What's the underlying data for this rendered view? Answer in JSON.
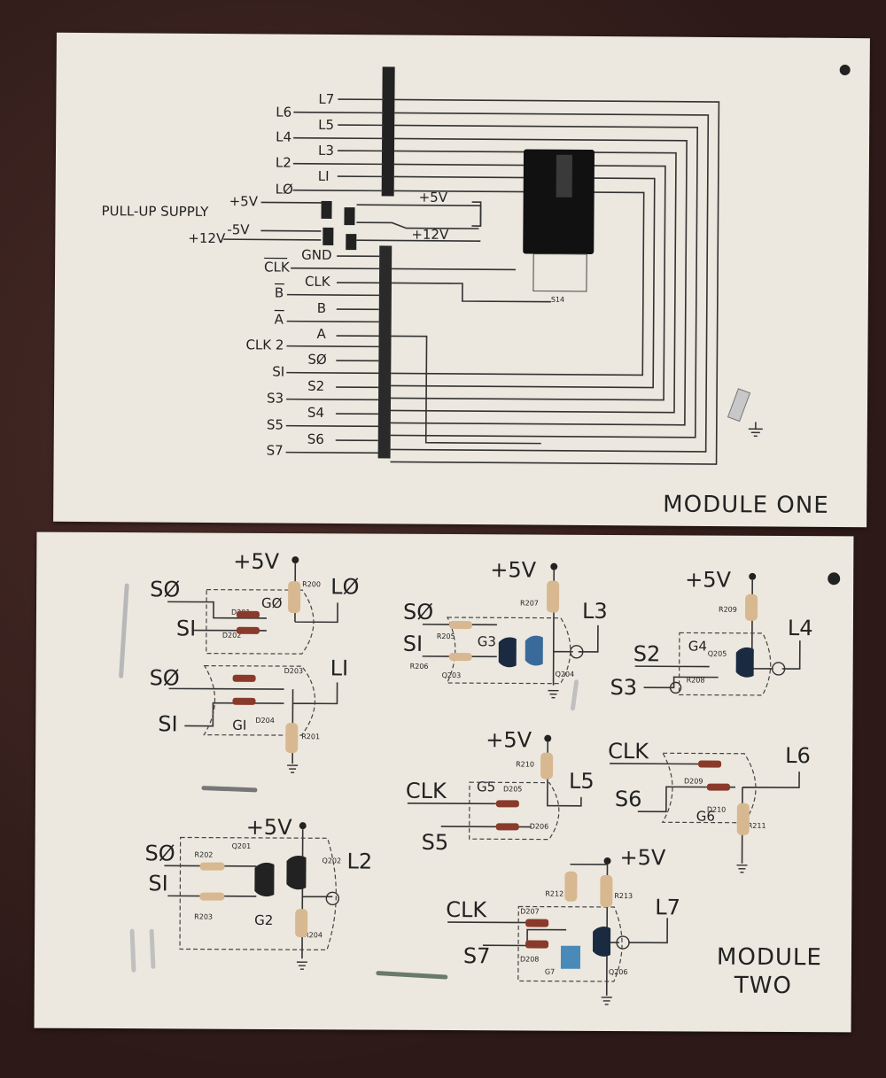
{
  "module_one": {
    "title": "MODULE ONE",
    "pull_up": "PULL-UP SUPPLY",
    "left_labels": [
      "L6",
      "L4",
      "L2",
      "LØ",
      "+5V",
      "-5V",
      "+12V",
      "CLK",
      "B",
      "A",
      "CLK 2",
      "SI",
      "S3",
      "S5",
      "S7"
    ],
    "right_labels": [
      "L7",
      "L5",
      "L3",
      "LI",
      "GND",
      "CLK",
      "B",
      "A",
      "SØ",
      "S2",
      "S4",
      "S6"
    ],
    "supply_labels": [
      "+5V",
      "+12V"
    ],
    "switch_label": "S14"
  },
  "module_two": {
    "title_line1": "MODULE",
    "title_line2": "TWO",
    "g0": {
      "vcc": "+5V",
      "in1": "SØ",
      "in2": "SI",
      "out": "LØ",
      "gate": "GØ",
      "r": "R200",
      "d1": "D201",
      "d2": "D202"
    },
    "g1": {
      "in1": "SØ",
      "in2": "SI",
      "out": "LI",
      "gate": "GI",
      "r": "R201",
      "d1": "D203",
      "d2": "D204"
    },
    "g2": {
      "vcc": "+5V",
      "in1": "SØ",
      "in2": "SI",
      "out": "L2",
      "gate": "G2",
      "r1": "R202",
      "r2": "R203",
      "r3": "R204",
      "q1": "Q201",
      "q2": "Q202"
    },
    "g3": {
      "vcc": "+5V",
      "in1": "SØ",
      "in2": "SI",
      "out": "L3",
      "gate": "G3",
      "r1": "R205",
      "r2": "R206",
      "r3": "R207",
      "q1": "Q203",
      "q2": "Q204"
    },
    "g4": {
      "vcc": "+5V",
      "in1": "S2",
      "in2": "S3",
      "out": "L4",
      "gate": "G4",
      "r1": "R208",
      "r2": "R209",
      "q": "Q205"
    },
    "g5": {
      "vcc": "+5V",
      "in1": "CLK",
      "in2": "S5",
      "out": "L5",
      "gate": "G5",
      "r": "R210",
      "d1": "D205",
      "d2": "D206"
    },
    "g6": {
      "in1": "CLK",
      "in2": "S6",
      "out": "L6",
      "gate": "G6",
      "r": "R211",
      "d1": "D209",
      "d2": "D210"
    },
    "g7": {
      "vcc": "+5V",
      "in1": "CLK",
      "in2": "S7",
      "out": "L7",
      "gate": "G7",
      "r1": "R212",
      "r2": "R213",
      "d1": "D207",
      "d2": "D208",
      "q": "Q206"
    }
  }
}
